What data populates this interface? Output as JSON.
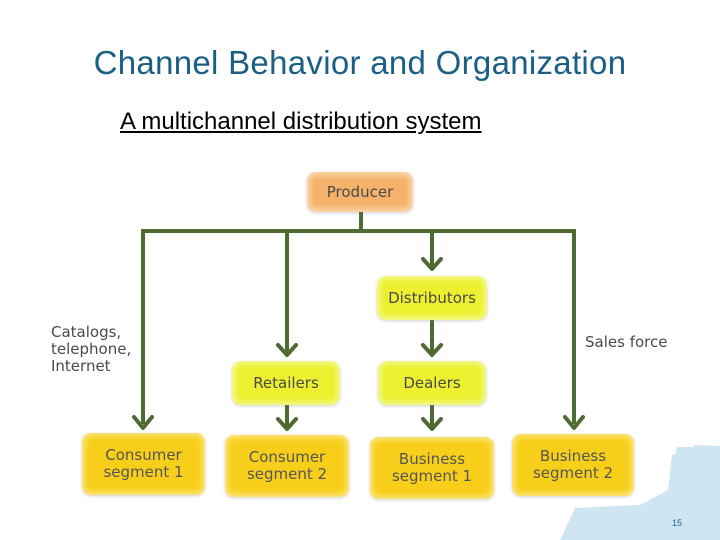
{
  "slide": {
    "title": "Channel Behavior and Organization",
    "subtitle": "A multichannel distribution system",
    "page_number": "15"
  },
  "diagram": {
    "producer": "Producer",
    "distributors": "Distributors",
    "retailers": "Retailers",
    "dealers": "Dealers",
    "segments": [
      "Consumer\nsegment 1",
      "Consumer\nsegment 2",
      "Business\nsegment 1",
      "Business\nsegment 2"
    ],
    "left_channel_label": "Catalogs,\ntelephone,\nInternet",
    "right_channel_label": "Sales force"
  },
  "colors": {
    "title": "#1b5f85",
    "connector": "#4f6b34",
    "producer_fill": "#f6b26b",
    "intermediary_fill": "#ecf02f",
    "segment_fill": "#f7cf1a",
    "decor": "#cfe6f2"
  }
}
